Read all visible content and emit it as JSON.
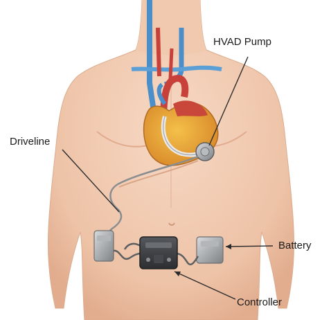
{
  "labels": {
    "pump": "HVAD Pump",
    "driveline": "Driveline",
    "battery": "Battery",
    "controller": "Controller"
  },
  "colors": {
    "skin": "#f2cdb4",
    "skin_shade": "#e4b395",
    "heart": "#e8a638",
    "heart_red": "#c9473a",
    "vessel_blue": "#4a8fc9",
    "vessel_red": "#c8403a",
    "device_gray": "#9ea2a5",
    "controller_dark": "#3b3d40",
    "leader_line": "#2b2b2b"
  }
}
